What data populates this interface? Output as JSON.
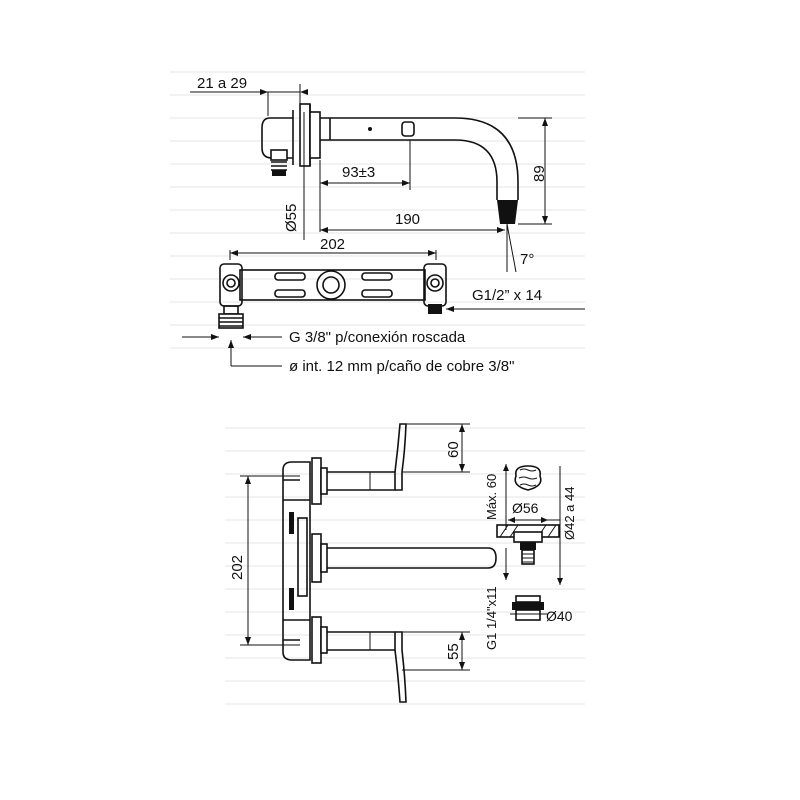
{
  "top_view": {
    "dim_wall": "21 a 29",
    "dim_reach_offset": "93±3",
    "dim_height": "89",
    "dim_rosette": "Ø55",
    "dim_reach": "190",
    "dim_angle": "7°",
    "dim_width": "202",
    "thread_spout": "G1/2” x 14",
    "thread_inlet": "G 3/8\" p/conexión roscada",
    "pipe_note": "ø int. 12 mm p/caño de cobre 3/8\""
  },
  "front_view": {
    "dim_handle_top": "60",
    "dim_height": "202",
    "dim_handle_bottom": "55"
  },
  "drain_detail": {
    "dim_max": "Máx. 60",
    "dim_cap": "Ø56",
    "dim_range": "Ø42 a 44",
    "dim_thread": "G1 1/4\"x11",
    "dim_nut": "Ø40"
  }
}
